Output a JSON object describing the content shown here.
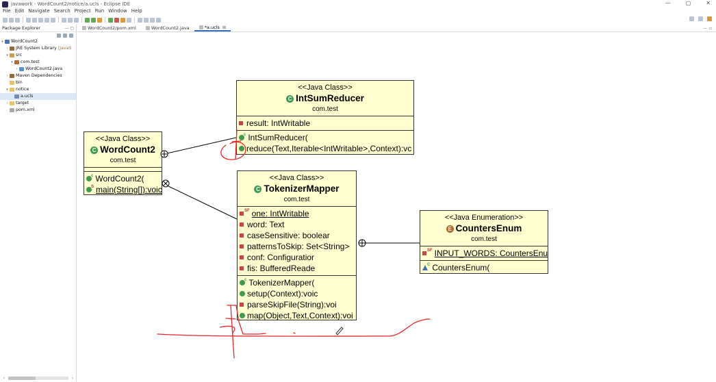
{
  "window": {
    "title": "javawork - WordCount2/notice/a.ucls - Eclipse IDE",
    "controls": [
      "—",
      "▢",
      "✕"
    ]
  },
  "menu": [
    "File",
    "Edit",
    "Navigate",
    "Search",
    "Project",
    "Run",
    "Window",
    "Help"
  ],
  "explorer": {
    "tab_label": "Package Explorer",
    "tree": [
      {
        "label": "WordCount2",
        "deco": ""
      },
      {
        "label": "JRE System Library",
        "deco": "[JavaS"
      },
      {
        "label": "src",
        "deco": ""
      },
      {
        "label": "com.test",
        "deco": ""
      },
      {
        "label": "WordCount2.java",
        "deco": ""
      },
      {
        "label": "Maven Dependencies",
        "deco": ""
      },
      {
        "label": "bin",
        "deco": ""
      },
      {
        "label": "notice",
        "deco": ""
      },
      {
        "label": "a.ucls",
        "deco": ""
      },
      {
        "label": "target",
        "deco": ""
      },
      {
        "label": "pom.xml",
        "deco": ""
      }
    ]
  },
  "editor_tabs": [
    {
      "label": "WordCount2/pom.xml"
    },
    {
      "label": "WordCount2.java"
    },
    {
      "label": "*a.ucls"
    }
  ],
  "diagram": {
    "int_sum_reducer": {
      "stereotype": "<<Java Class>>",
      "name": "IntSumReducer",
      "package": "com.test",
      "fields": [
        "result: IntWritable"
      ],
      "methods": [
        "IntSumReducer(",
        "reduce(Text,Iterable<IntWritable>,Context):vc"
      ]
    },
    "word_count2": {
      "stereotype": "<<Java Class>>",
      "name": "WordCount2",
      "package": "com.test",
      "methods": [
        "WordCount2(",
        "main(String[]):voic"
      ]
    },
    "tokenizer_mapper": {
      "stereotype": "<<Java Class>>",
      "name": "TokenizerMapper",
      "package": "com.test",
      "fields": [
        "one: IntWritable",
        "word: Text",
        "caseSensitive: boolear",
        "patternsToSkip: Set<String>",
        "conf: Configuratior",
        "fis: BufferedReade"
      ],
      "methods": [
        "TokenizerMapper(",
        "setup(Context):voic",
        "parseSkipFile(String):voi",
        "map(Object,Text,Context):voi"
      ]
    },
    "counters_enum": {
      "stereotype": "<<Java Enumeration>>",
      "name": "CountersEnum",
      "package": "com.test",
      "fields": [
        "INPUT_WORDS: CountersEnur"
      ],
      "methods": [
        "CountersEnum("
      ]
    }
  },
  "colors": {
    "class_fill": "#ffffcf",
    "annotation": "#e8252a",
    "class_icon": "#3f9a4e",
    "private_field": "#d2404a"
  }
}
